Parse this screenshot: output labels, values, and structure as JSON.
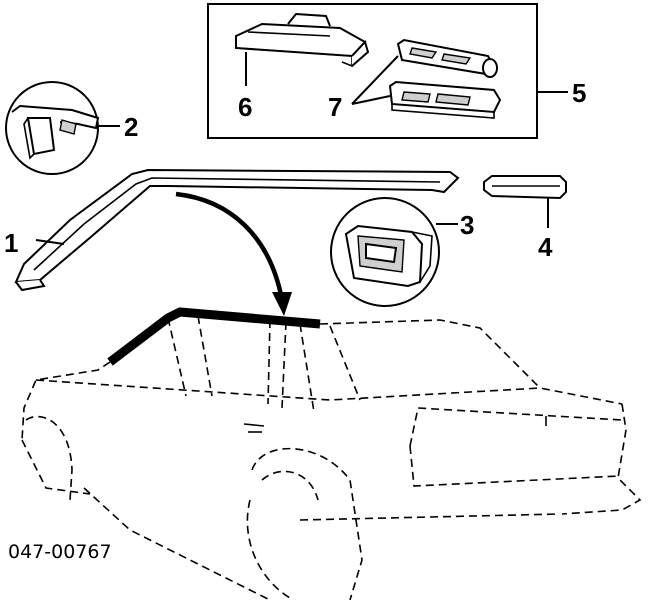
{
  "diagram": {
    "callouts": [
      "1",
      "2",
      "3",
      "4",
      "5",
      "6",
      "7"
    ],
    "part_number": "047-00767"
  }
}
